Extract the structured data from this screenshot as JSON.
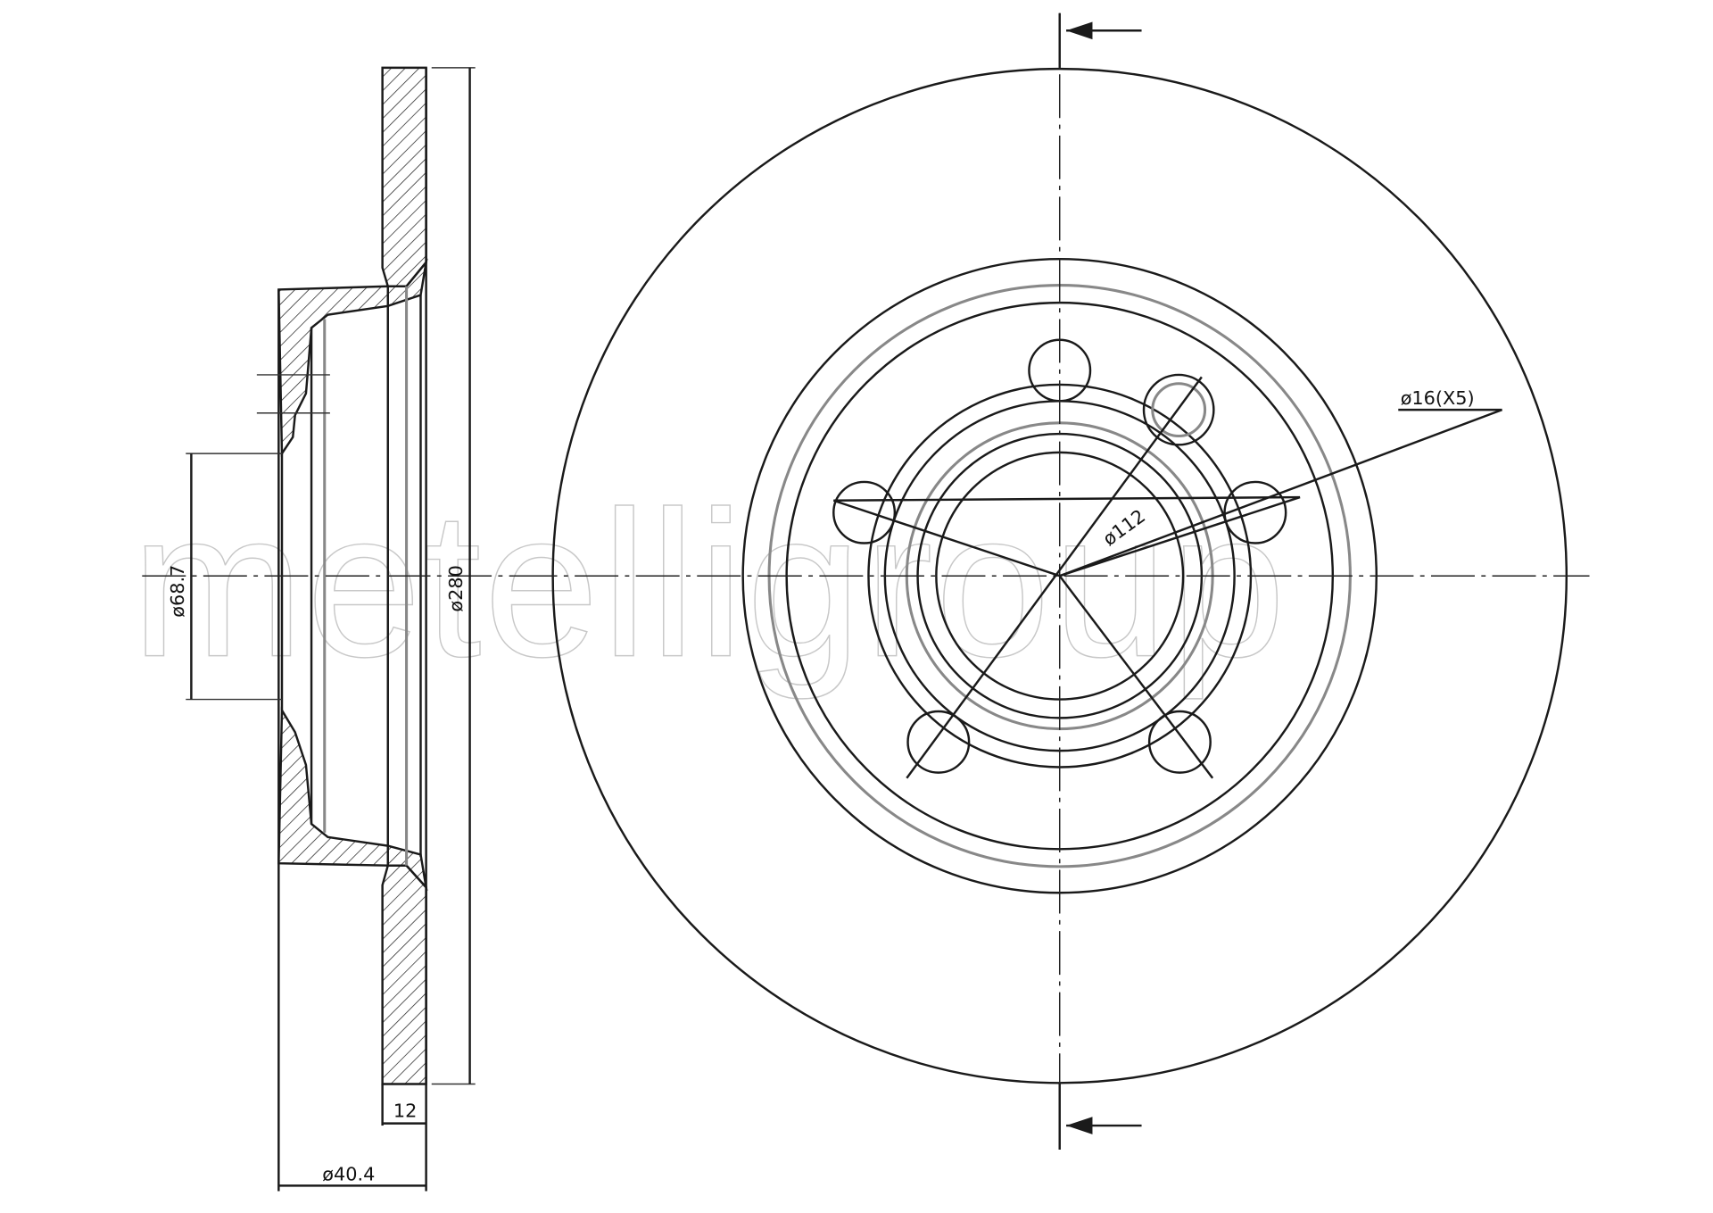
{
  "drawing": {
    "watermark": "metelligroup",
    "dimensions": {
      "outer_diameter": "ø280",
      "center_bore": "ø68.7",
      "height": "ø40.4",
      "thickness": "12",
      "bolt_holes": "ø16(X5)",
      "pitch_circle": "ø112"
    }
  },
  "colors": {
    "line": "#1a1a1a",
    "ring": "#888888",
    "watermark": "#c8c8c8"
  }
}
